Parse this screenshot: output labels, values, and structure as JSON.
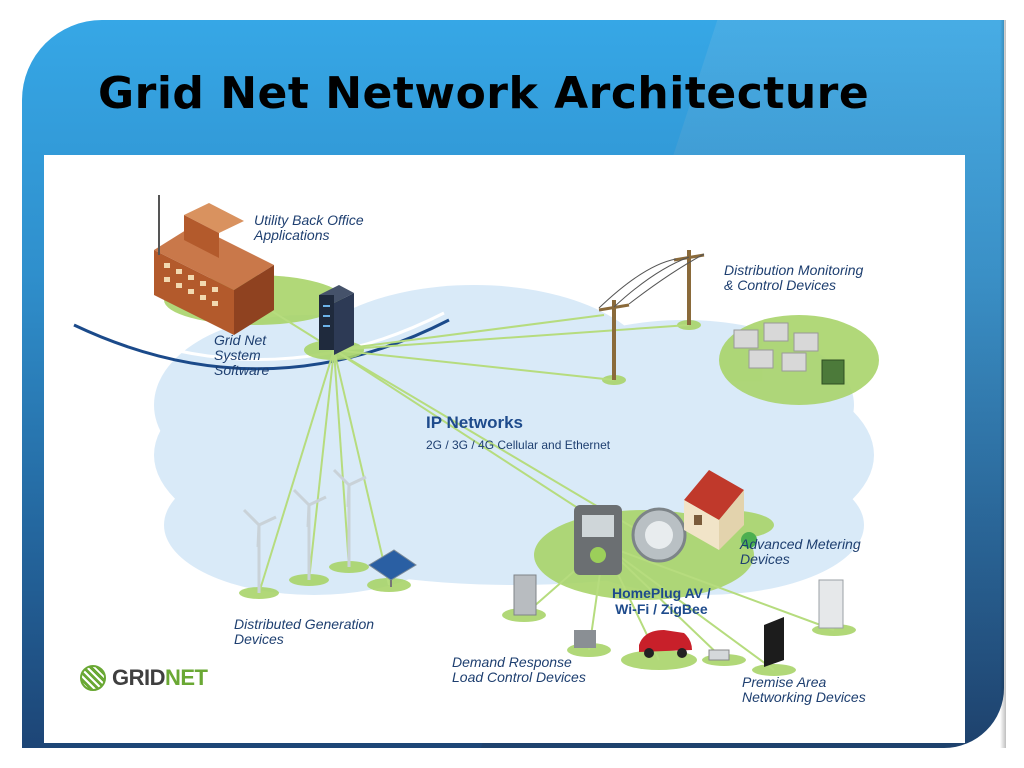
{
  "slide": {
    "title": "Grid Net Network Architecture"
  },
  "diagram": {
    "back_office": "Utility Back Office\nApplications",
    "system_software": "Grid Net\nSystem\nSoftware",
    "distribution": "Distribution Monitoring\n& Control Devices",
    "ip_networks": {
      "title": "IP Networks",
      "subtitle": "2G / 3G / 4G Cellular and Ethernet"
    },
    "metering": "Advanced Metering\nDevices",
    "homeplug": "HomePlug AV /\nWi-Fi / ZigBee",
    "generation": "Distributed Generation\nDevices",
    "demand": "Demand Response\nLoad Control Devices",
    "premise": "Premise Area\nNetworking Devices"
  },
  "logo": {
    "grid": "GRID",
    "net": "NET"
  },
  "colors": {
    "cloud": "#d7e9f7",
    "green": "#8cc63f",
    "link": "#a9d46a",
    "label": "#1e3f70",
    "title_blue": "#1e4b8c"
  }
}
